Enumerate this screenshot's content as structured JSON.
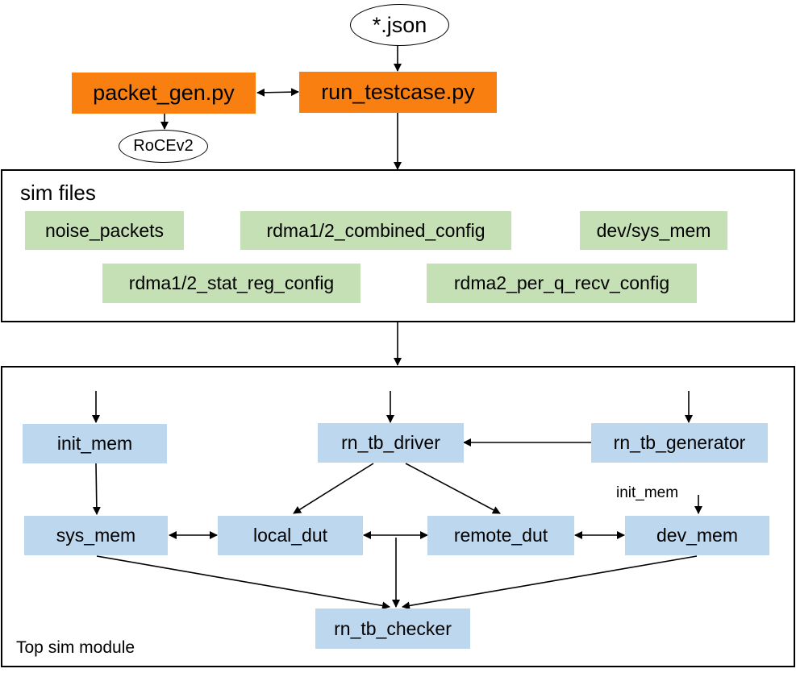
{
  "top": {
    "json_ellipse": "*.json",
    "packet_gen": "packet_gen.py",
    "run_testcase": "run_testcase.py",
    "rocev2_ellipse": "RoCEv2"
  },
  "sim_files": {
    "title": "sim files",
    "items": [
      "noise_packets",
      "rdma1/2_combined_config",
      "dev/sys_mem",
      "rdma1/2_stat_reg_config",
      "rdma2_per_q_recv_config"
    ]
  },
  "top_sim_module": {
    "title": "Top sim module",
    "init_mem": "init_mem",
    "rn_tb_driver": "rn_tb_driver",
    "rn_tb_generator": "rn_tb_generator",
    "sys_mem": "sys_mem",
    "local_dut": "local_dut",
    "remote_dut": "remote_dut",
    "dev_mem": "dev_mem",
    "dev_mem_input_label": "init_mem",
    "rn_tb_checker": "rn_tb_checker"
  },
  "colors": {
    "script_box": "#f98010",
    "file_box": "#c5e0b4",
    "module_box": "#bdd7ee"
  }
}
